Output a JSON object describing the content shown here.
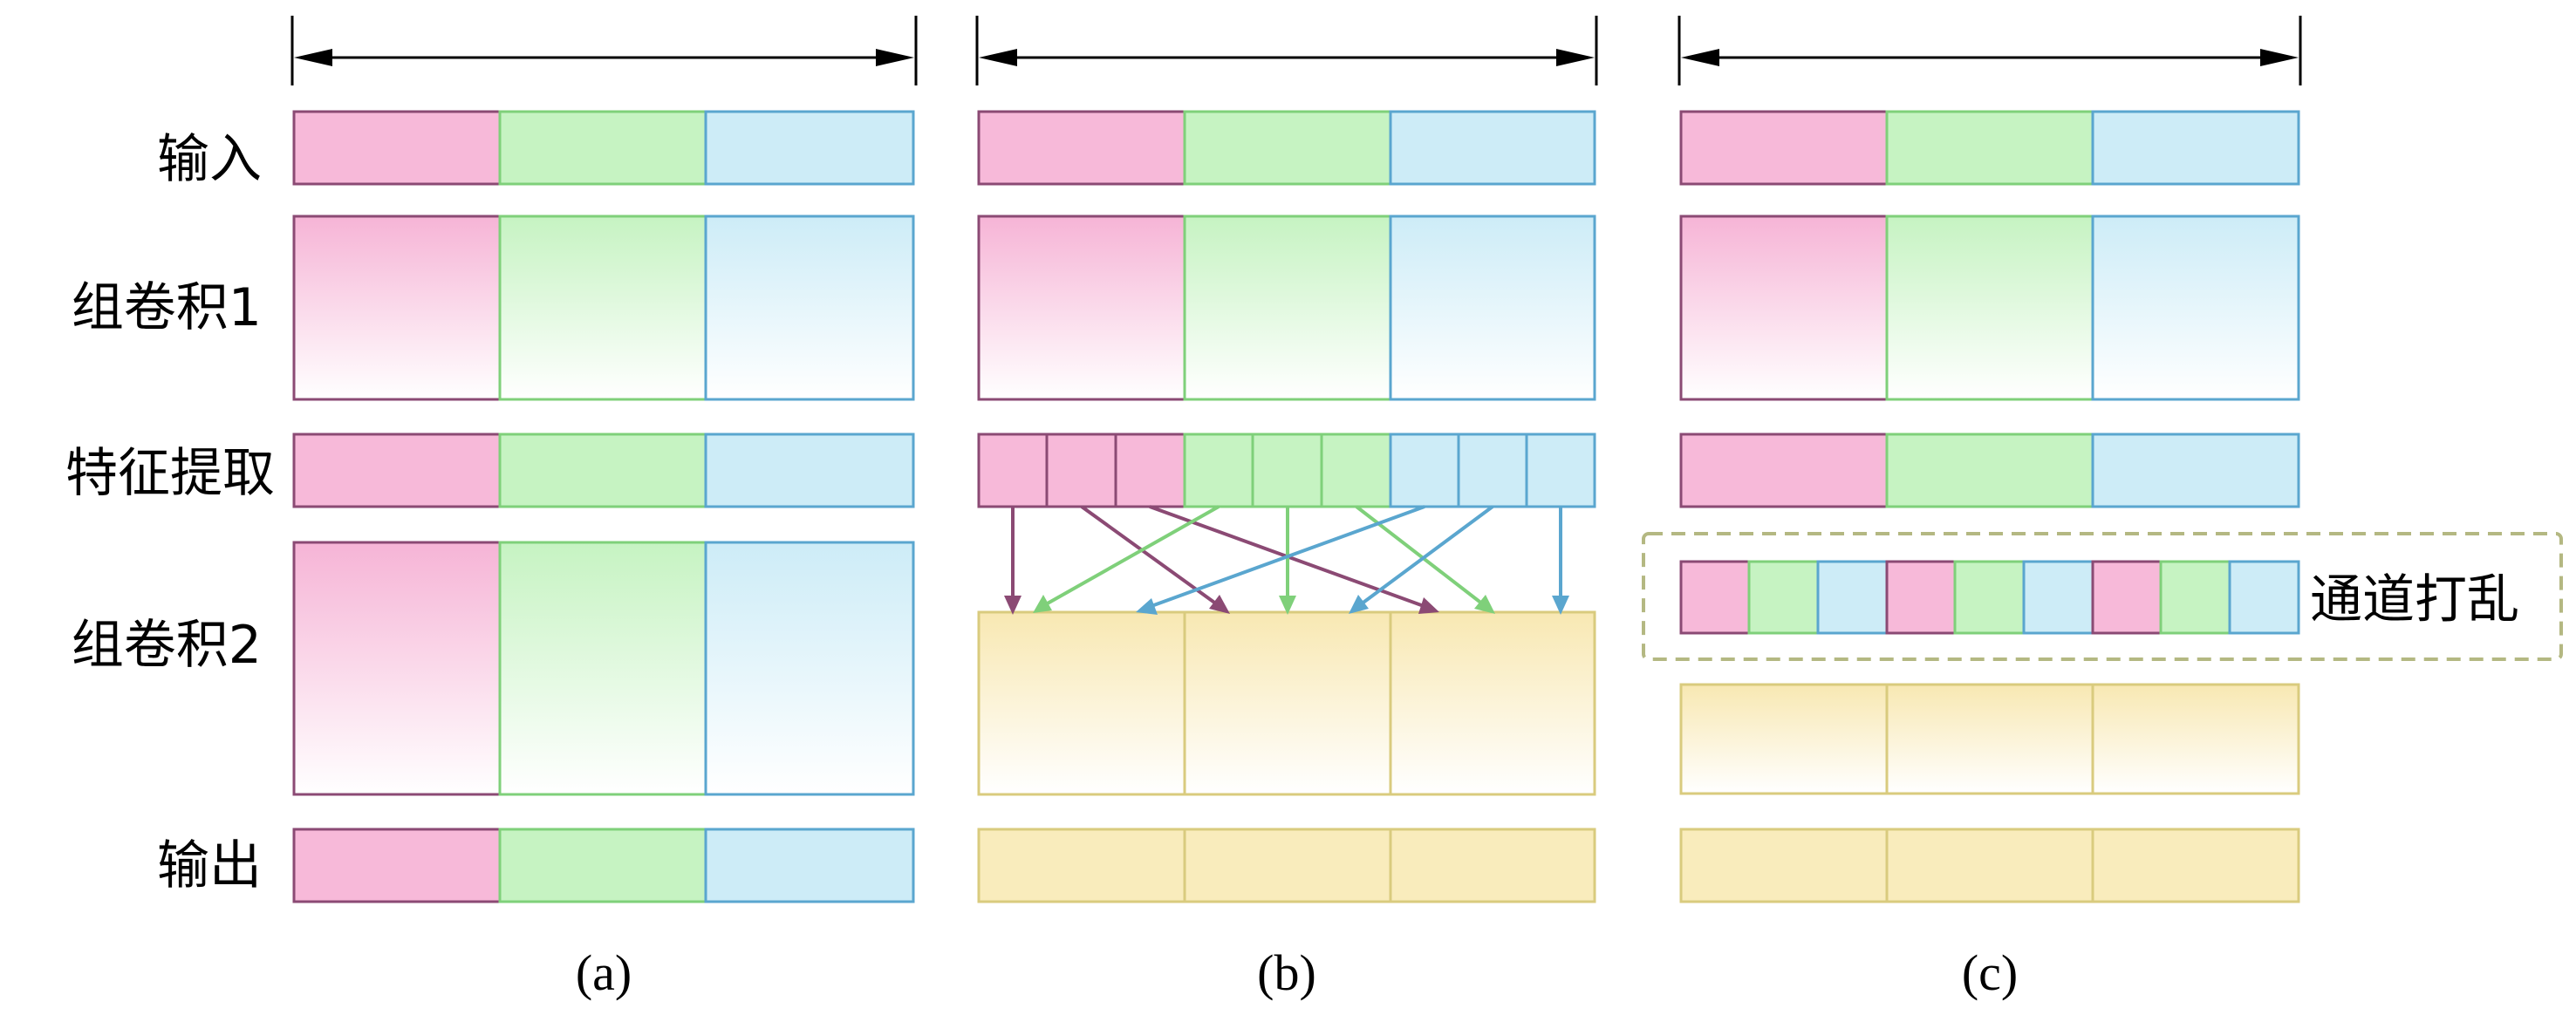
{
  "row_labels": [
    "输入",
    "组卷积1",
    "特征提取",
    "组卷积2",
    "输出"
  ],
  "panel_labels": [
    "(a)",
    "(b)",
    "(c)"
  ],
  "shuffle_label": "通道打乱",
  "colors": {
    "pink_fill": "#f7b9d9",
    "pink_border": "#8b4a74",
    "green_fill": "#c6f3c2",
    "green_border": "#7fd07a",
    "blue_fill": "#cdecf7",
    "blue_border": "#5aa6cf",
    "yellow_fill": "#f9ecbc",
    "yellow_border": "#d9cb7e",
    "arrow_pink": "#8b4a74",
    "arrow_green": "#7fd07a",
    "arrow_blue": "#5aa6cf",
    "dashed_box": "#b4b882"
  }
}
